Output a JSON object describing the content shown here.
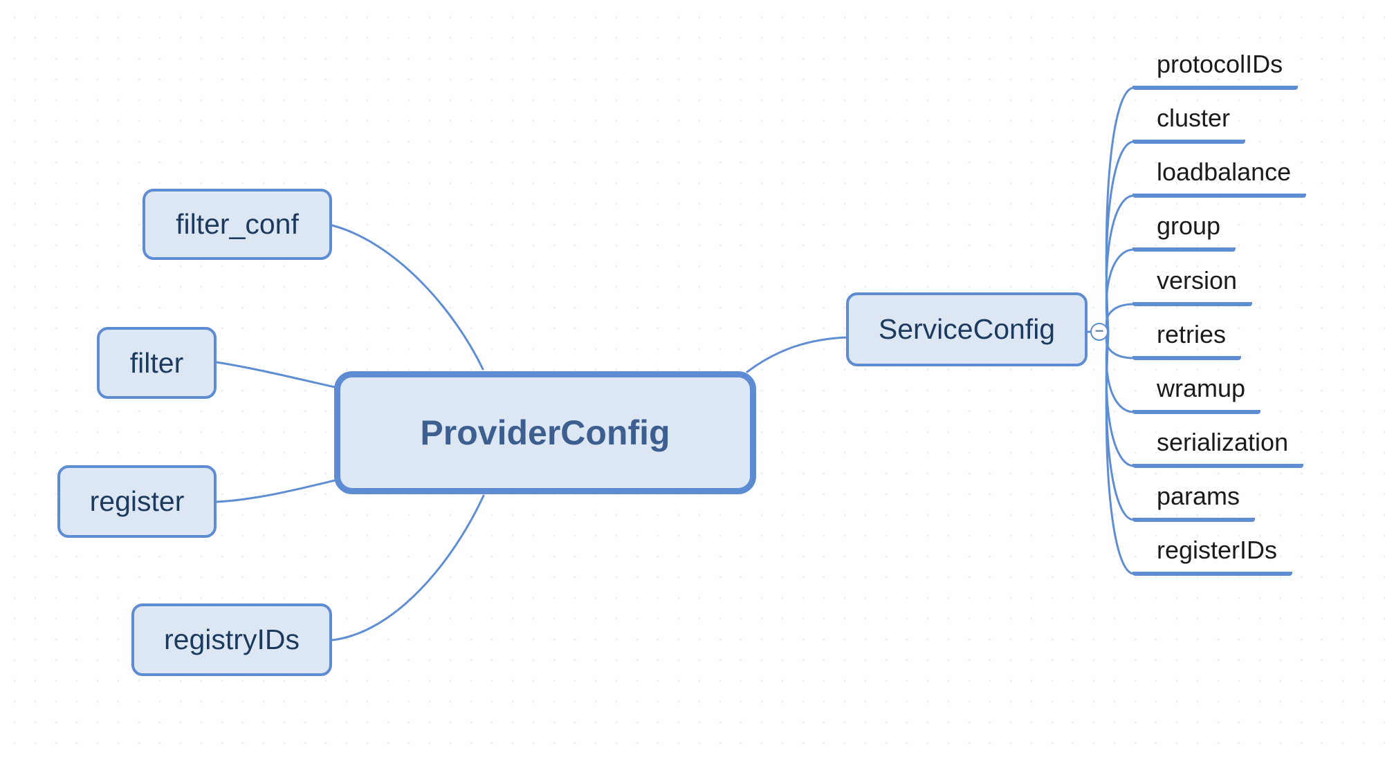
{
  "colors": {
    "branch": "#5e8dd4",
    "node_border": "#5e8cd2",
    "node_fill": "#dde6f3",
    "root_text": "#3c5f90",
    "node_text": "#1c3a5e",
    "leaf_text": "#1a1a1a",
    "collapse_glyph": "#7487a6"
  },
  "root": {
    "label": "ProviderConfig"
  },
  "left_children": [
    {
      "label": "filter_conf"
    },
    {
      "label": "filter"
    },
    {
      "label": "register"
    },
    {
      "label": "registryIDs"
    }
  ],
  "right_children": [
    {
      "label": "ServiceConfig",
      "children": [
        {
          "label": "protocolIDs"
        },
        {
          "label": "cluster"
        },
        {
          "label": "loadbalance"
        },
        {
          "label": "group"
        },
        {
          "label": "version"
        },
        {
          "label": "retries"
        },
        {
          "label": "wramup"
        },
        {
          "label": "serialization"
        },
        {
          "label": "params"
        },
        {
          "label": "registerIDs"
        }
      ]
    }
  ],
  "collapse_button": {
    "glyph": "−"
  }
}
